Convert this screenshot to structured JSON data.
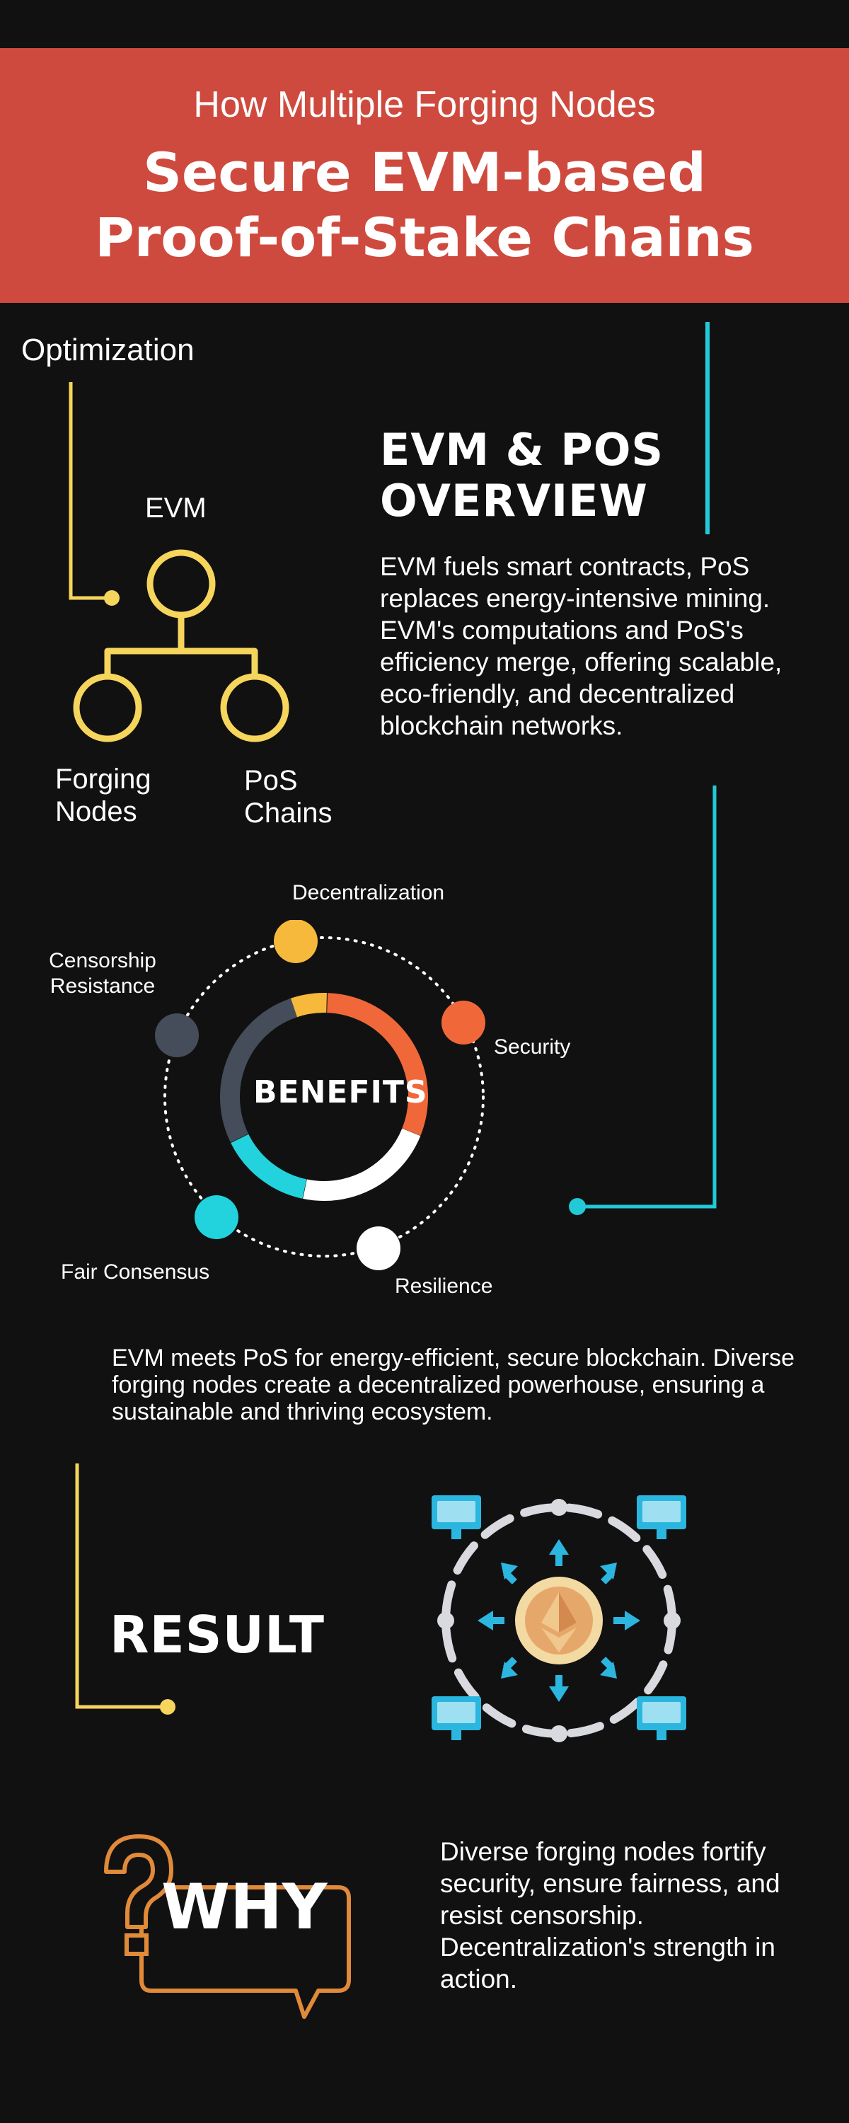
{
  "header": {
    "subtitle": "How Multiple Forging Nodes",
    "title": "Secure EVM-based Proof-of-Stake Chains"
  },
  "diagram": {
    "optimization_label": "Optimization",
    "root_label": "EVM",
    "left_child_label": "Forging Nodes",
    "right_child_label": "PoS Chains"
  },
  "overview": {
    "title_line1": "EVM & POS",
    "title_line2": "OVERVIEW",
    "body": "EVM fuels smart contracts, PoS replaces energy-intensive mining. EVM's computations and PoS's efficiency merge, offering scalable, eco-friendly, and decentralized blockchain networks."
  },
  "benefits": {
    "center_label": "BENEFITS",
    "items": [
      {
        "label": "Decentralization",
        "color": "#f6b93b"
      },
      {
        "label": "Security",
        "color": "#f0683a"
      },
      {
        "label": "Resilience",
        "color": "#ffffff"
      },
      {
        "label": "Fair Consensus",
        "color": "#22d3dd"
      },
      {
        "label": "Censorship Resistance",
        "color": "#454c5a"
      }
    ],
    "summary": "EVM meets PoS for energy-efficient, secure blockchain. Diverse forging nodes create a decentralized powerhouse, ensuring a sustainable and thriving ecosystem."
  },
  "result": {
    "title": "RESULT"
  },
  "why": {
    "title": "WHY",
    "body": "Diverse forging nodes fortify security, ensure fairness, and resist censorship. Decentralization's strength in action."
  },
  "colors": {
    "header_bg": "#cf4a3e",
    "yellow": "#f6d55c",
    "cyan": "#22c9d6",
    "orange": "#e08a3a",
    "background": "#111111"
  }
}
